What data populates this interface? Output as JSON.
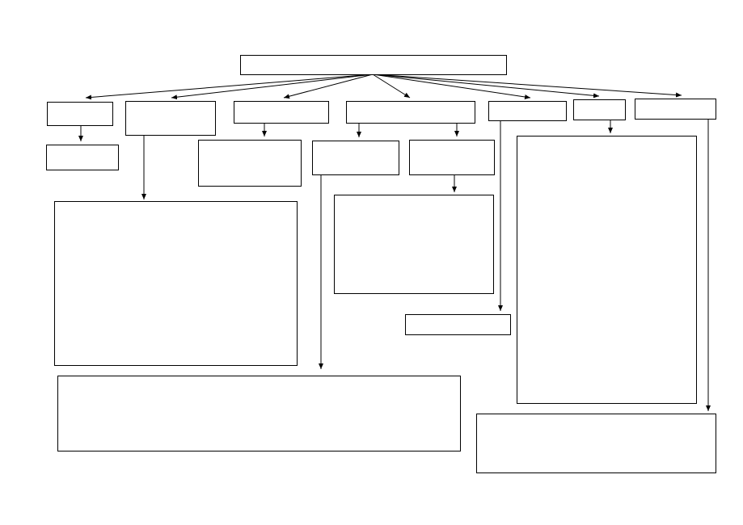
{
  "diagram": {
    "type": "flowchart",
    "line_color": "#000000",
    "box_fill": "#ffffff",
    "nodes": [
      {
        "id": "root",
        "label": ""
      },
      {
        "id": "a",
        "label": ""
      },
      {
        "id": "a1",
        "label": ""
      },
      {
        "id": "b",
        "label": ""
      },
      {
        "id": "b1",
        "label": ""
      },
      {
        "id": "c",
        "label": ""
      },
      {
        "id": "c1",
        "label": ""
      },
      {
        "id": "d",
        "label": ""
      },
      {
        "id": "d1",
        "label": ""
      },
      {
        "id": "d2",
        "label": ""
      },
      {
        "id": "d2a",
        "label": ""
      },
      {
        "id": "d1a",
        "label": ""
      },
      {
        "id": "e",
        "label": ""
      },
      {
        "id": "e1",
        "label": ""
      },
      {
        "id": "f",
        "label": ""
      },
      {
        "id": "f1",
        "label": ""
      },
      {
        "id": "g",
        "label": ""
      },
      {
        "id": "g1",
        "label": ""
      }
    ],
    "edges": [
      {
        "from": "root",
        "to": "a"
      },
      {
        "from": "root",
        "to": "b"
      },
      {
        "from": "root",
        "to": "c"
      },
      {
        "from": "root",
        "to": "d"
      },
      {
        "from": "root",
        "to": "e"
      },
      {
        "from": "root",
        "to": "f"
      },
      {
        "from": "root",
        "to": "g"
      },
      {
        "from": "a",
        "to": "a1"
      },
      {
        "from": "b",
        "to": "b1"
      },
      {
        "from": "c",
        "to": "c1"
      },
      {
        "from": "d",
        "to": "d1"
      },
      {
        "from": "d",
        "to": "d2"
      },
      {
        "from": "d2",
        "to": "d2a"
      },
      {
        "from": "d1",
        "to": "d1a"
      },
      {
        "from": "e",
        "to": "e1"
      },
      {
        "from": "f",
        "to": "f1"
      },
      {
        "from": "g",
        "to": "g1"
      }
    ]
  }
}
